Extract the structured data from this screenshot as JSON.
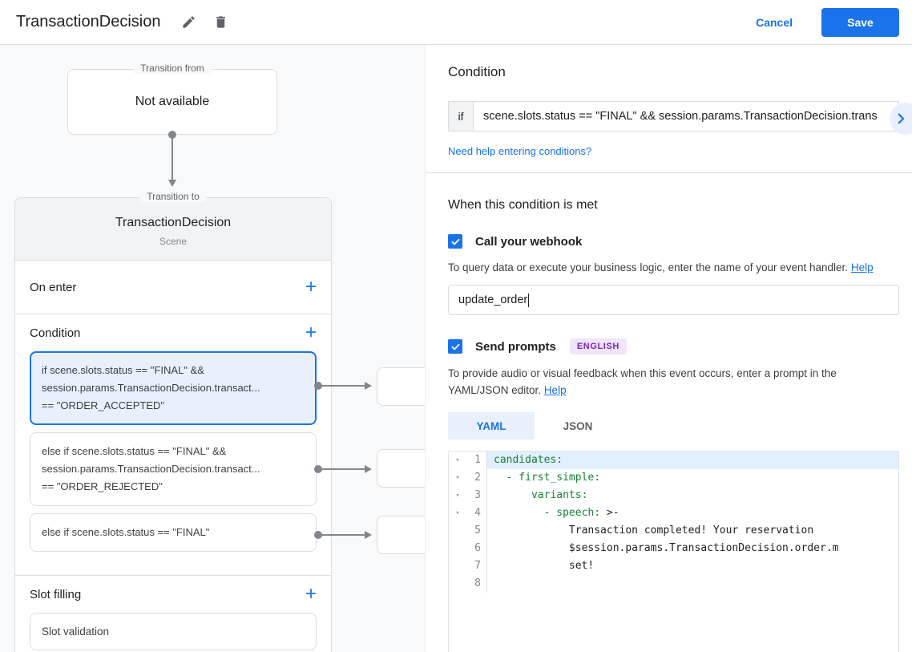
{
  "header": {
    "title": "TransactionDecision",
    "cancel_label": "Cancel",
    "save_label": "Save"
  },
  "icons": {
    "add": "+",
    "fold": "▾"
  },
  "diagram": {
    "transition_from": {
      "legend": "Transition from",
      "content": "Not available"
    },
    "transition_to": {
      "legend": "Transition to",
      "title": "TransactionDecision",
      "subtitle": "Scene",
      "on_enter_label": "On enter",
      "condition_label": "Condition",
      "slot_filling_label": "Slot filling",
      "slot_item": "Slot validation",
      "condition_items": [
        {
          "selected": true,
          "lines": [
            "if scene.slots.status == \"FINAL\" &&",
            "session.params.TransactionDecision.transact...",
            "== \"ORDER_ACCEPTED\""
          ]
        },
        {
          "selected": false,
          "lines": [
            "else if scene.slots.status == \"FINAL\" &&",
            "session.params.TransactionDecision.transact...",
            "== \"ORDER_REJECTED\""
          ]
        },
        {
          "selected": false,
          "lines": [
            "else if scene.slots.status == \"FINAL\""
          ]
        }
      ]
    }
  },
  "panel": {
    "condition": {
      "title": "Condition",
      "if_label": "if",
      "expression": "scene.slots.status == \"FINAL\" && session.params.TransactionDecision.trans",
      "help_link": "Need help entering conditions?"
    },
    "when_met": {
      "title": "When this condition is met",
      "webhook": {
        "label": "Call your webhook",
        "checked": true,
        "description": "To query data or execute your business logic, enter the name of your event handler.",
        "help_label": "Help",
        "value": "update_order"
      },
      "prompts": {
        "label": "Send prompts",
        "checked": true,
        "language_badge": "ENGLISH",
        "description": "To provide audio or visual feedback when this event occurs, enter a prompt in the YAML/JSON editor.",
        "help_label": "Help",
        "tabs": {
          "0": {
            "label": "YAML",
            "active": true
          },
          "1": {
            "label": "JSON",
            "active": false
          }
        },
        "editor_lines": [
          {
            "n": "1",
            "fold": true,
            "highlight": true,
            "segments": [
              {
                "t": "candidates:",
                "c": "key"
              }
            ]
          },
          {
            "n": "2",
            "fold": true,
            "segments": [
              {
                "t": "  - first_simple:",
                "c": "key"
              }
            ]
          },
          {
            "n": "3",
            "fold": true,
            "segments": [
              {
                "t": "      variants:",
                "c": "key"
              }
            ]
          },
          {
            "n": "4",
            "fold": true,
            "segments": [
              {
                "t": "        - speech:",
                "c": "key"
              },
              {
                "t": " >-",
                "c": "plain"
              }
            ]
          },
          {
            "n": "5",
            "segments": [
              {
                "t": "            Transaction completed! Your reservation",
                "c": "plain"
              }
            ]
          },
          {
            "n": "6",
            "segments": [
              {
                "t": "            $session.params.TransactionDecision.order.m",
                "c": "plain"
              }
            ]
          },
          {
            "n": "7",
            "segments": [
              {
                "t": "            set!",
                "c": "plain"
              }
            ]
          },
          {
            "n": "8",
            "segments": []
          }
        ]
      }
    }
  },
  "colors": {
    "accent_blue": "#1a73e8",
    "selected_card_bg": "#e8f0fe",
    "code_key_green": "#188038",
    "badge_purple": "#7627bb"
  }
}
